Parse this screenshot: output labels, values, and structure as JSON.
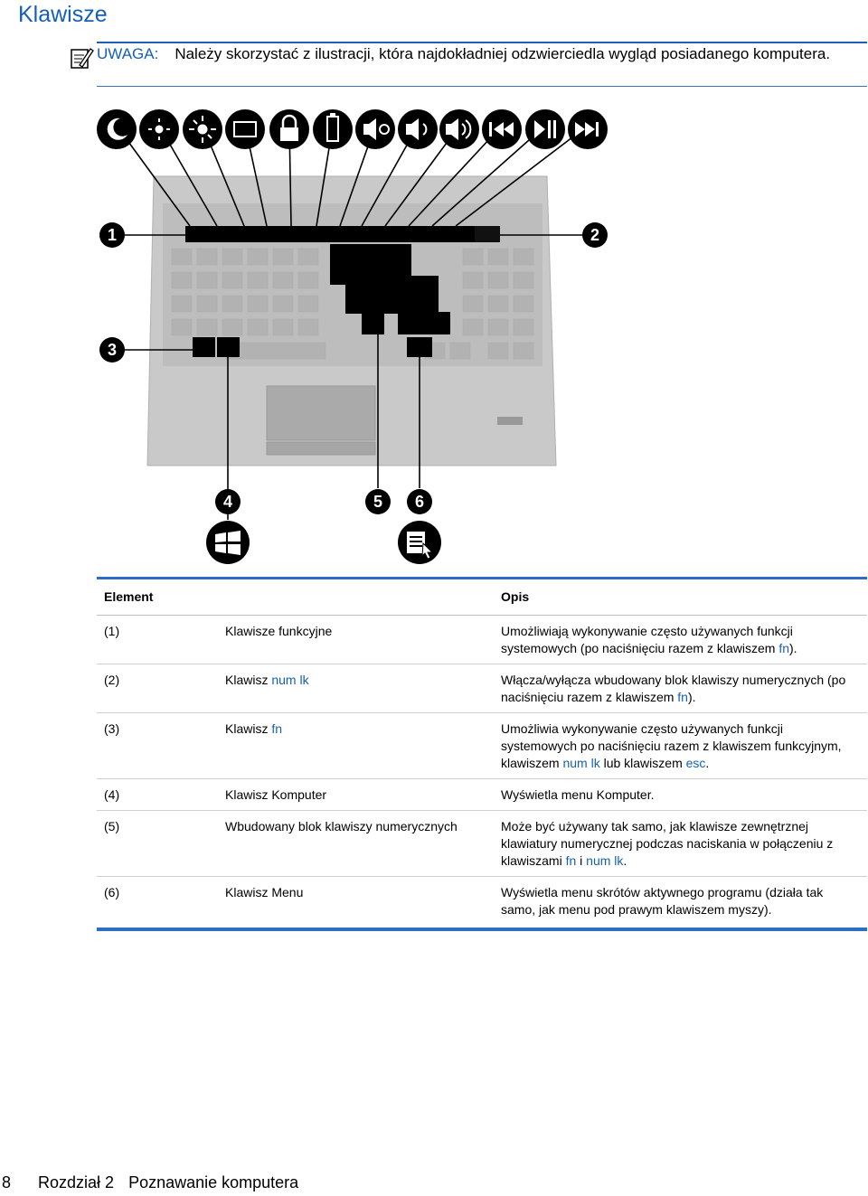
{
  "page": {
    "title": "Klawisze"
  },
  "note": {
    "label": "UWAGA:",
    "text": "Należy skorzystać z ilustracji, która najdokładniej odzwierciedla wygląd posiadanego komputera."
  },
  "illustration": {
    "callouts": [
      "1",
      "2",
      "3",
      "4",
      "5",
      "6"
    ],
    "top_icons": [
      "moon-icon",
      "brightness-down-icon",
      "brightness-up-icon",
      "display-switch-icon",
      "lock-icon",
      "battery-icon",
      "mute-icon",
      "volume-down-icon",
      "volume-up-icon",
      "previous-track-icon",
      "play-pause-icon",
      "next-track-icon"
    ],
    "bottom_icons": [
      "windows-logo-icon",
      "menu-key-icon"
    ],
    "callout_color": "#000000"
  },
  "table": {
    "headers": [
      "Element",
      "Opis"
    ],
    "rows": [
      {
        "num": "(1)",
        "name": "Klawisze funkcyjne",
        "name_key": "",
        "desc": "Umożliwiają wykonywanie często używanych funkcji systemowych (po naciśnięciu razem z klawiszem ",
        "desc_key": "fn",
        "desc_end": ")."
      },
      {
        "num": "(2)",
        "name": "Klawisz ",
        "name_key": "num lk",
        "desc": "Włącza/wyłącza wbudowany blok klawiszy numerycznych (po naciśnięciu razem z klawiszem ",
        "desc_key": "fn",
        "desc_end": ")."
      },
      {
        "num": "(3)",
        "name": "Klawisz ",
        "name_key": "fn",
        "desc": "Umożliwia wykonywanie często używanych funkcji systemowych po naciśnięciu razem z klawiszem funkcyjnym, klawiszem ",
        "desc_key": "num lk",
        "desc_mid": " lub klawiszem ",
        "desc_key2": "esc",
        "desc_end": "."
      },
      {
        "num": "(4)",
        "name": "Klawisz Komputer",
        "name_key": "",
        "desc": "Wyświetla menu Komputer.",
        "desc_key": "",
        "desc_end": ""
      },
      {
        "num": "(5)",
        "name": "Wbudowany blok klawiszy numerycznych",
        "name_key": "",
        "desc": "Może być używany tak samo, jak klawisze zewnętrznej klawiatury numerycznej podczas naciskania w połączeniu z klawiszami ",
        "desc_key": "fn",
        "desc_mid": " i ",
        "desc_key2": "num lk",
        "desc_end": "."
      },
      {
        "num": "(6)",
        "name": "Klawisz Menu",
        "name_key": "",
        "desc": "Wyświetla menu skrótów aktywnego programu (działa tak samo, jak menu pod prawym klawiszem myszy).",
        "desc_key": "",
        "desc_end": ""
      }
    ]
  },
  "footer": {
    "page_number": "8",
    "chapter": "Rozdział 2",
    "chapter_title": "Poznawanie komputera"
  }
}
